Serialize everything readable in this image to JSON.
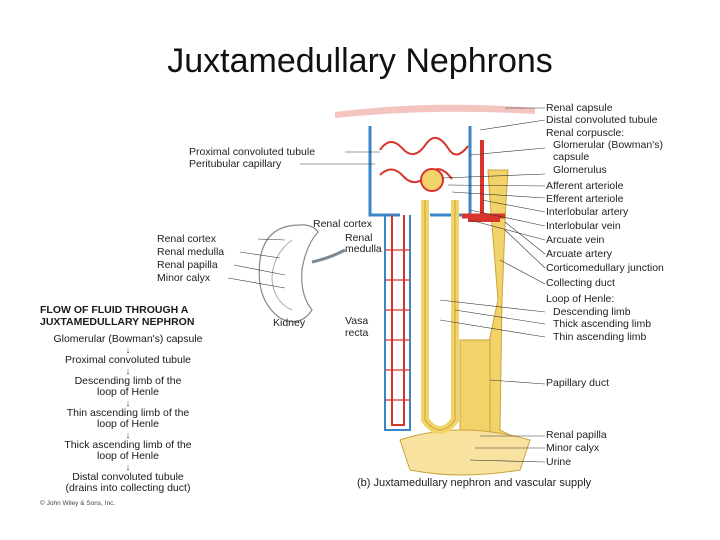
{
  "title": "Juxtamedullary Nephrons",
  "right_labels": [
    "Renal capsule",
    "Distal convoluted tubule",
    "Renal corpuscle:",
    "  Glomerular (Bowman's)",
    "  capsule",
    "  Glomerulus",
    "Afferent arteriole",
    "Efferent arteriole",
    "Interlobular artery",
    "Interlobular vein",
    "Arcuate vein",
    "Arcuate artery",
    "Corticomedullary junction",
    "Collecting duct",
    "Loop of Henle:",
    "  Descending limb",
    "  Thick ascending limb",
    "  Thin ascending limb",
    "Papillary duct",
    "Renal papilla",
    "Minor calyx",
    "Urine"
  ],
  "left_top_labels": {
    "pct": "Proximal convoluted tubule",
    "peritubular": "Peritubular capillary"
  },
  "kidney_labels": {
    "cortex": "Renal cortex",
    "medulla": "Renal medulla",
    "papilla": "Renal papilla",
    "calyx": "Minor calyx",
    "kidney": "Kidney"
  },
  "center_labels": {
    "renal_cortex": "Renal cortex",
    "renal_medulla_1": "Renal",
    "renal_medulla_2": "medulla",
    "vasa_1": "Vasa",
    "vasa_2": "recta"
  },
  "flow": {
    "title_1": "FLOW OF FLUID THROUGH A",
    "title_2": "JUXTAMEDULLARY NEPHRON",
    "steps": [
      "Glomerular (Bowman's) capsule",
      "Proximal convoluted tubule",
      "Descending limb of the",
      "loop of Henle",
      "Thin ascending limb of the",
      "loop of Henle",
      "Thick ascending limb of the",
      "loop of Henle",
      "Distal convoluted tubule",
      "(drains into collecting duct)"
    ]
  },
  "caption": "(b) Juxtamedullary nephron and vascular supply",
  "copyright": "© John Wiley & Sons, Inc.",
  "colors": {
    "artery": "#d8342c",
    "vein": "#3a86c8",
    "tubule": "#f2d36a",
    "tubule_edge": "#c9a43a",
    "capsule": "#f4c4c0"
  }
}
